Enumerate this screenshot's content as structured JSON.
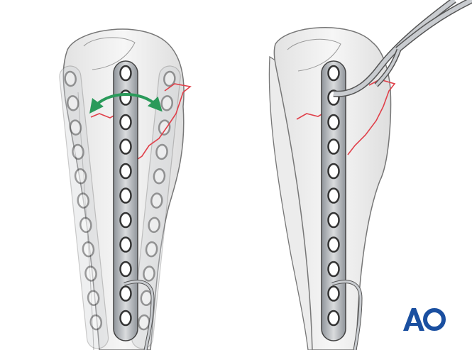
{
  "logo": {
    "text": "AO",
    "color": "#1a4fa0"
  },
  "colors": {
    "bone_fill": "#eeeeee",
    "bone_stroke": "#777777",
    "fracture": "#e0404a",
    "plate_fill": "#b9bcc0",
    "plate_stroke": "#555555",
    "arrow": "#2a9a5a",
    "instrument": "#9aa0a6"
  },
  "panels": [
    {
      "id": "left",
      "plate_holes": 11,
      "ghost_plates": 2,
      "arrow": "double-headed-curved"
    },
    {
      "id": "right",
      "plate_holes": 11,
      "forceps": true
    }
  ]
}
